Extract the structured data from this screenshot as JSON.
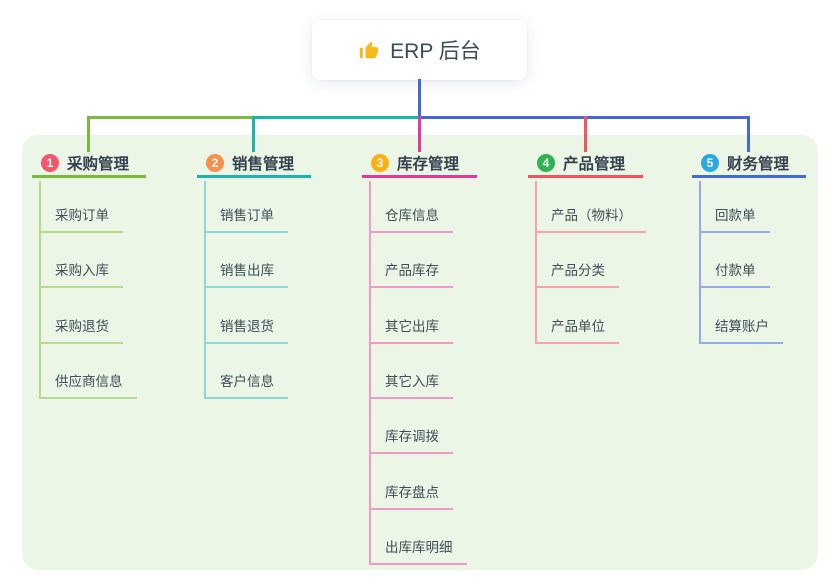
{
  "root": {
    "label": "ERP 后台",
    "icon": "thumbs-up-icon"
  },
  "branches": [
    {
      "number": "1",
      "label": "采购管理",
      "badge_color": "#f4566c",
      "line_color": "#7cb93f",
      "child_line_color": "#b5db8d",
      "children": [
        "采购订单",
        "采购入库",
        "采购退货",
        "供应商信息"
      ]
    },
    {
      "number": "2",
      "label": "销售管理",
      "badge_color": "#f8914e",
      "line_color": "#1cb3ab",
      "child_line_color": "#8ad9d3",
      "children": [
        "销售订单",
        "销售出库",
        "销售退货",
        "客户信息"
      ]
    },
    {
      "number": "3",
      "label": "库存管理",
      "badge_color": "#fbb116",
      "line_color": "#e23a99",
      "child_line_color": "#f09ac9",
      "children": [
        "仓库信息",
        "产品库存",
        "其它出库",
        "其它入库",
        "库存调拨",
        "库存盘点",
        "出库库明细"
      ]
    },
    {
      "number": "4",
      "label": "产品管理",
      "badge_color": "#2fb351",
      "line_color": "#f4525e",
      "child_line_color": "#f9a4ab",
      "children": [
        "产品（物料）",
        "产品分类",
        "产品单位"
      ]
    },
    {
      "number": "5",
      "label": "财务管理",
      "badge_color": "#2ba9e1",
      "line_color": "#4468d8",
      "child_line_color": "#95aae6",
      "children": [
        "回款单",
        "付款单",
        "结算账户"
      ]
    }
  ],
  "colors": {
    "panel_background": "#ebf6e6",
    "root_connector": "#4468d8",
    "root_text": "#3b4a5a",
    "thumb_icon": "#f7b819"
  }
}
